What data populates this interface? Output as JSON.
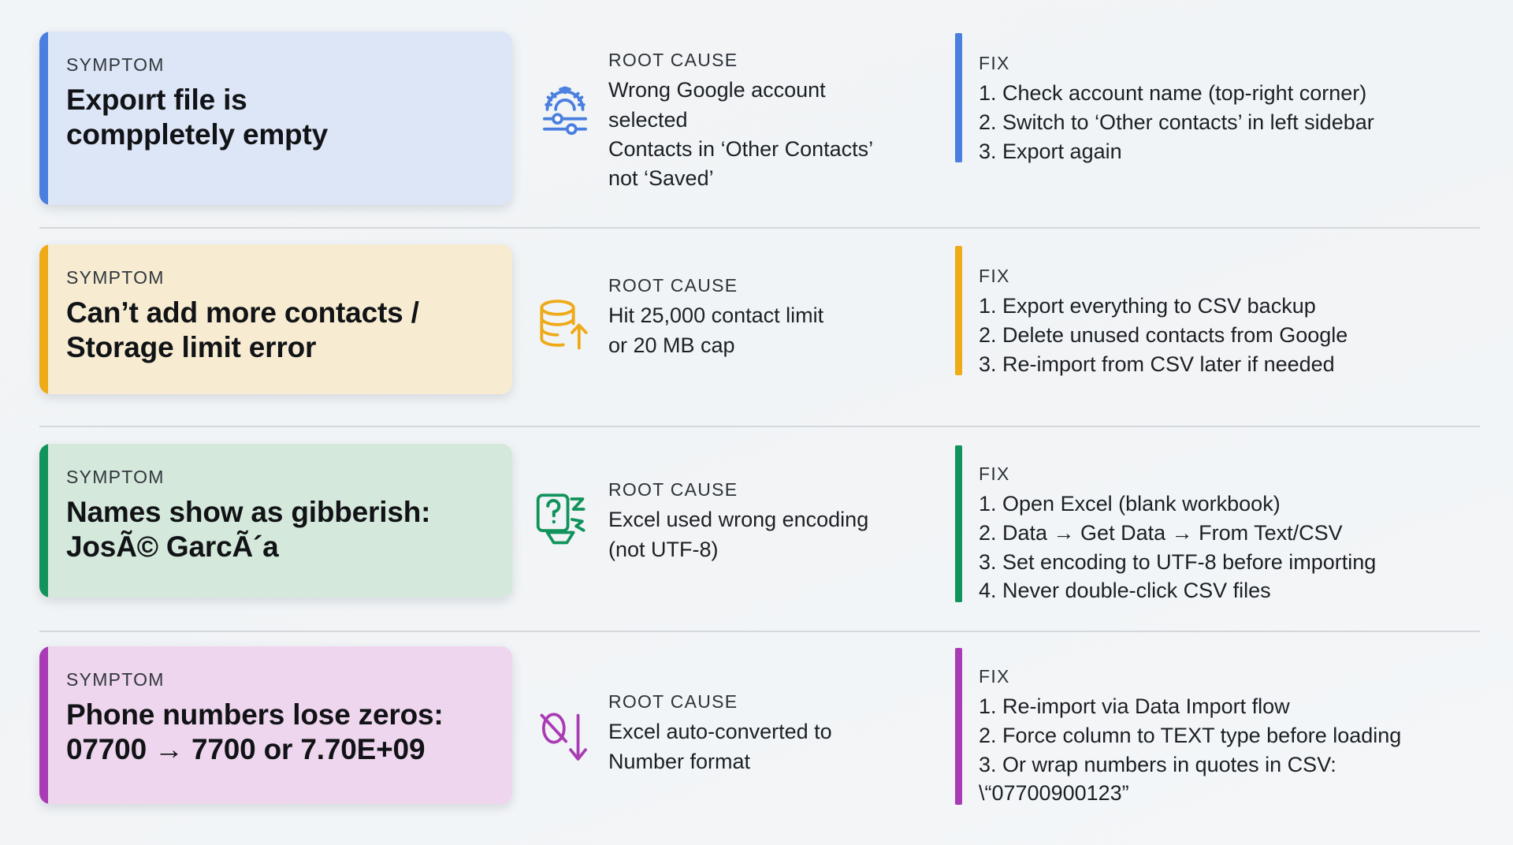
{
  "theme": {
    "background": "#f1f4f6",
    "divider_color": "#d4d8dc",
    "text_color": "#1c2024"
  },
  "columns": {
    "symptom_label": "SYMPTOM",
    "cause_label": "ROOT CAUSE",
    "fix_label": "FIX"
  },
  "rows": [
    {
      "accent": "#4a7fe0",
      "card_bg": "#dde6f7",
      "icon": "gear-sliders-icon",
      "symptom": "Expoırt file is\ncomppletely empty",
      "cause": "Wrong Google account selected\nContacts in ‘Other Contacts’\nnot ‘Saved’",
      "fix": [
        "1. Check account name (top-right corner)",
        "2. Switch to ‘Other contacts’ in left sidebar",
        "3. Export again"
      ]
    },
    {
      "accent": "#eeaa17",
      "card_bg": "#f7ecd2",
      "icon": "database-upload-icon",
      "symptom": "Can’t add more contacts /\nStorage limit error",
      "cause": "Hit 25,000 contact limit\nor 20 MB cap",
      "fix": [
        "1. Export everything to CSV backup",
        "2. Delete unused contacts from Google",
        "3. Re-import from CSV later if needed"
      ]
    },
    {
      "accent": "#11935b",
      "card_bg": "#d4e8db",
      "icon": "unknown-glyph-icon",
      "symptom": "Names show as gibberish:\nJosÃ© GarcÃ´a",
      "cause": "Excel used wrong encoding\n(not UTF-8)",
      "fix": [
        "1. Open Excel (blank workbook)",
        "2. Data → Get Data → From Text/CSV",
        "3. Set encoding to UTF-8 before importing",
        "4. Never double-click CSV files"
      ]
    },
    {
      "accent": "#a93bb4",
      "card_bg": "#eed6ee",
      "icon": "no-leading-zero-icon",
      "symptom": "Phone numbers lose zeros:\n07700 → 7700 or 7.70E+09",
      "cause": "Excel auto-converted to\nNumber format",
      "fix": [
        "1. Re-import via Data Import flow",
        "2. Force column to TEXT type before loading",
        "3. Or wrap numbers in quotes in CSV:\n     \\“07700900123”"
      ]
    }
  ]
}
